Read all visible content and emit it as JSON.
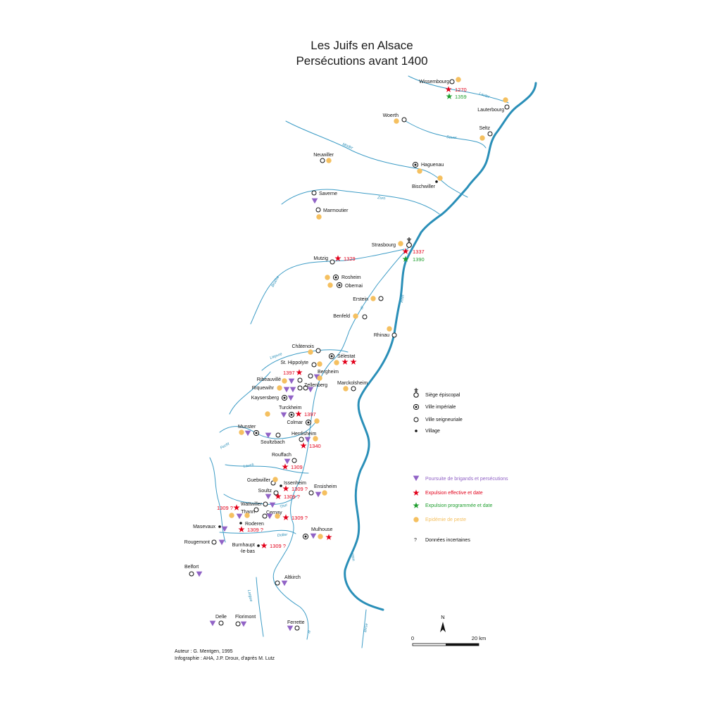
{
  "title": {
    "line1": "Les Juifs en Alsace",
    "line2": "Persécutions avant 1400"
  },
  "colors": {
    "pogrom": "#9163c6",
    "expulsion": "#e2001a",
    "planned": "#1e9e2e",
    "plague": "#f5c060",
    "river": "#2a8fb8"
  },
  "cities": [
    {
      "name": "Wissembourg",
      "type": "seigneuriale"
    },
    {
      "name": "Lauterbourg",
      "type": "seigneuriale"
    },
    {
      "name": "Woerth",
      "type": "seigneuriale"
    },
    {
      "name": "Seltz",
      "type": "seigneuriale"
    },
    {
      "name": "Neuwiller",
      "type": "seigneuriale"
    },
    {
      "name": "Haguenau",
      "type": "imperiale"
    },
    {
      "name": "Bischwiller",
      "type": "village"
    },
    {
      "name": "Saverne",
      "type": "seigneuriale"
    },
    {
      "name": "Marmoutier",
      "type": "seigneuriale"
    },
    {
      "name": "Strasbourg",
      "type": "episcopal"
    },
    {
      "name": "Mutzig",
      "type": "seigneuriale"
    },
    {
      "name": "Rosheim",
      "type": "imperiale"
    },
    {
      "name": "Obernai",
      "type": "imperiale"
    },
    {
      "name": "Erstein",
      "type": "seigneuriale"
    },
    {
      "name": "Benfeld",
      "type": "seigneuriale"
    },
    {
      "name": "Rhinau",
      "type": "seigneuriale"
    },
    {
      "name": "Châtenois",
      "type": "seigneuriale"
    },
    {
      "name": "Sélestat",
      "type": "imperiale"
    },
    {
      "name": "St. Hippolyte",
      "type": "seigneuriale"
    },
    {
      "name": "Bergheim",
      "type": "seigneuriale"
    },
    {
      "name": "Ribeauvillé",
      "type": "seigneuriale"
    },
    {
      "name": "Riquewihr",
      "type": "seigneuriale"
    },
    {
      "name": "Zellenberg",
      "type": "seigneuriale"
    },
    {
      "name": "Marckolsheim",
      "type": "seigneuriale"
    },
    {
      "name": "Kaysersberg",
      "type": "imperiale"
    },
    {
      "name": "Turckheim",
      "type": "imperiale"
    },
    {
      "name": "Colmar",
      "type": "imperiale"
    },
    {
      "name": "Munster",
      "type": "imperiale"
    },
    {
      "name": "Soultzbach",
      "type": "seigneuriale"
    },
    {
      "name": "Herrlisheim",
      "type": "seigneuriale"
    },
    {
      "name": "Rouffach",
      "type": "seigneuriale"
    },
    {
      "name": "Guebwiller",
      "type": "seigneuriale"
    },
    {
      "name": "Issenheim",
      "type": "village"
    },
    {
      "name": "Ensisheim",
      "type": "seigneuriale"
    },
    {
      "name": "Soultz",
      "type": "seigneuriale"
    },
    {
      "name": "Wattwiller",
      "type": "seigneuriale"
    },
    {
      "name": "Thann",
      "type": "seigneuriale"
    },
    {
      "name": "Cernay",
      "type": "seigneuriale"
    },
    {
      "name": "Roderen",
      "type": "village"
    },
    {
      "name": "Masevaux",
      "type": "village"
    },
    {
      "name": "Mulhouse",
      "type": "imperiale"
    },
    {
      "name": "Rougemont",
      "type": "seigneuriale"
    },
    {
      "name": "Burnhaupt",
      "type": "village"
    },
    {
      "name": "-le-bas",
      "type": "none"
    },
    {
      "name": "Belfort",
      "type": "seigneuriale"
    },
    {
      "name": "Altkirch",
      "type": "seigneuriale"
    },
    {
      "name": "Delle",
      "type": "seigneuriale"
    },
    {
      "name": "Florimont",
      "type": "seigneuriale"
    },
    {
      "name": "Ferrette",
      "type": "seigneuriale"
    }
  ],
  "events": {
    "pogroms": [
      "Saverne",
      "Bergheim",
      "Ribeauvillé",
      "Riquewihr",
      "Zellenberg",
      "Kaysersberg",
      "Turckheim",
      "Munster",
      "Soultzbach",
      "Herrlisheim",
      "Rouffach",
      "Ensisheim",
      "Soultz",
      "Wattwiller",
      "Thann",
      "Cernay",
      "Masevaux",
      "Mulhouse",
      "Rougemont",
      "Belfort",
      "Altkirch",
      "Delle",
      "Florimont",
      "Ferrette"
    ],
    "expulsions": [
      {
        "place": "Wissembourg",
        "date": "1270"
      },
      {
        "place": "Strasbourg",
        "date": "1337"
      },
      {
        "place": "Mutzig",
        "date": "1329"
      },
      {
        "place": "Sélestat",
        "date": ""
      },
      {
        "place": "Sélestat",
        "date": ""
      },
      {
        "place": "Bergheim",
        "date": "1397"
      },
      {
        "place": "Turckheim",
        "date": "1397"
      },
      {
        "place": "Herrlisheim",
        "date": "1340"
      },
      {
        "place": "Rouffach",
        "date": "1309"
      },
      {
        "place": "Issenheim",
        "date": "1309 ?"
      },
      {
        "place": "Soultz",
        "date": "1309 ?"
      },
      {
        "place": "Wattwiller",
        "date": "1309 ?"
      },
      {
        "place": "Cernay",
        "date": "1309 ?"
      },
      {
        "place": "Roderen",
        "date": "1309 ?"
      },
      {
        "place": "Mulhouse",
        "date": ""
      },
      {
        "place": "Burnhaupt",
        "date": "1309 ?"
      }
    ],
    "planned_expulsions": [
      {
        "place": "Wissembourg",
        "date": "1359"
      },
      {
        "place": "Strasbourg",
        "date": "1390"
      }
    ],
    "plague": [
      "Wissembourg",
      "Lauterbourg",
      "Woerth",
      "Seltz",
      "Neuwiller",
      "Haguenau",
      "Bischwiller",
      "Marmoutier",
      "Strasbourg",
      "Rosheim",
      "Obernai",
      "Erstein",
      "Benfeld",
      "Rhinau",
      "Châtenois",
      "St. Hippolyte",
      "Sélestat",
      "Bergheim",
      "Ribeauvillé",
      "Riquewihr",
      "Marckolsheim",
      "Turckheim",
      "Colmar",
      "Munster",
      "Herrlisheim",
      "Guebwiller",
      "Ensisheim",
      "Wattwiller",
      "Thann",
      "Cernay",
      "Mulhouse"
    ]
  },
  "rivers": {
    "main": "Rhin",
    "labels": [
      "Lauter",
      "Sauer",
      "Moder",
      "Zorn",
      "Bruche",
      "Ill",
      "Liepvre",
      "Fecht",
      "Lauch",
      "Thur",
      "Doller",
      "Largue",
      "Birse"
    ]
  },
  "legend": {
    "episcopal": "Siège épiscopal",
    "imperiale": "Ville impériale",
    "seigneuriale": "Ville seigneuriale",
    "village": "Village",
    "pogrom": "Poursuite de brigands et persécutions",
    "expulsion": "Expulsion effective et date",
    "planned": "Expulsion programmée et date",
    "plague": "Epidémie de peste",
    "uncertain_symbol": "?",
    "uncertain": "Données incertaines"
  },
  "scale": {
    "north": "N",
    "start": "0",
    "end": "20 km"
  },
  "credits": {
    "author": "Auteur : G. Mentgen, 1995",
    "infographie": "Infographie : AHA, J.P. Droux, d'après M. Lutz"
  }
}
